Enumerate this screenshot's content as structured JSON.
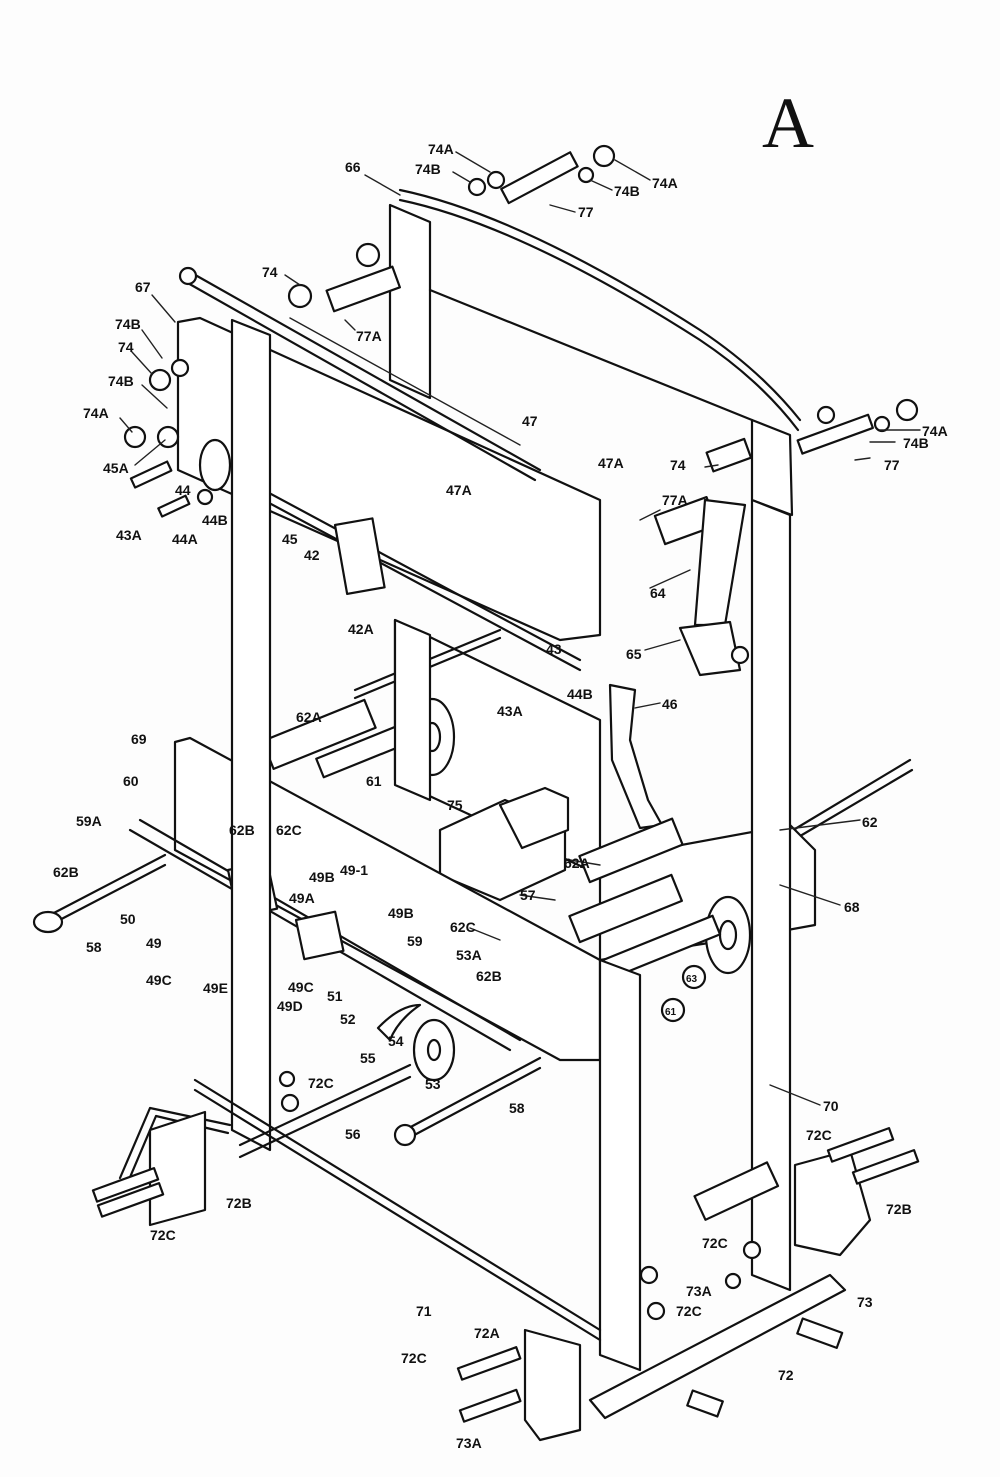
{
  "sheet_letter": "A",
  "callouts": [
    {
      "id": "c74A-top",
      "text": "74A"
    },
    {
      "id": "c74B-top",
      "text": "74B"
    },
    {
      "id": "c66",
      "text": "66"
    },
    {
      "id": "c74A-r",
      "text": "74A"
    },
    {
      "id": "c74B-r",
      "text": "74B"
    },
    {
      "id": "c77-top",
      "text": "77"
    },
    {
      "id": "c74-top",
      "text": "74"
    },
    {
      "id": "c77A-top",
      "text": "77A"
    },
    {
      "id": "c67",
      "text": "67"
    },
    {
      "id": "c74B-l1",
      "text": "74B"
    },
    {
      "id": "c74-l",
      "text": "74"
    },
    {
      "id": "c74B-l2",
      "text": "74B"
    },
    {
      "id": "c74A-l",
      "text": "74A"
    },
    {
      "id": "c45A",
      "text": "45A"
    },
    {
      "id": "c44",
      "text": "44"
    },
    {
      "id": "c44B-l",
      "text": "44B"
    },
    {
      "id": "c43A-l",
      "text": "43A"
    },
    {
      "id": "c44A",
      "text": "44A"
    },
    {
      "id": "c47",
      "text": "47"
    },
    {
      "id": "c47A-r",
      "text": "47A"
    },
    {
      "id": "c47A-m",
      "text": "47A"
    },
    {
      "id": "c74-r",
      "text": "74"
    },
    {
      "id": "c74A-fr",
      "text": "74A"
    },
    {
      "id": "c74B-fr",
      "text": "74B"
    },
    {
      "id": "c77-r",
      "text": "77"
    },
    {
      "id": "c77A-r",
      "text": "77A"
    },
    {
      "id": "c45",
      "text": "45"
    },
    {
      "id": "c42",
      "text": "42"
    },
    {
      "id": "c42A",
      "text": "42A"
    },
    {
      "id": "c64",
      "text": "64"
    },
    {
      "id": "c65",
      "text": "65"
    },
    {
      "id": "c43",
      "text": "43"
    },
    {
      "id": "c44B-m",
      "text": "44B"
    },
    {
      "id": "c43A-m",
      "text": "43A"
    },
    {
      "id": "c46",
      "text": "46"
    },
    {
      "id": "c62A-l",
      "text": "62A"
    },
    {
      "id": "c69",
      "text": "69"
    },
    {
      "id": "c60",
      "text": "60"
    },
    {
      "id": "c61-l",
      "text": "61"
    },
    {
      "id": "c75",
      "text": "75"
    },
    {
      "id": "c62",
      "text": "62"
    },
    {
      "id": "c59A",
      "text": "59A"
    },
    {
      "id": "c62B-l",
      "text": "62B"
    },
    {
      "id": "c62C-l",
      "text": "62C"
    },
    {
      "id": "c62B-ll",
      "text": "62B"
    },
    {
      "id": "c49B-1",
      "text": "49B"
    },
    {
      "id": "c49-1",
      "text": "49-1"
    },
    {
      "id": "c49A",
      "text": "49A"
    },
    {
      "id": "c49B-2",
      "text": "49B"
    },
    {
      "id": "c50",
      "text": "50"
    },
    {
      "id": "c62A-r",
      "text": "62A"
    },
    {
      "id": "c57",
      "text": "57"
    },
    {
      "id": "c68",
      "text": "68"
    },
    {
      "id": "c49",
      "text": "49"
    },
    {
      "id": "c62C-r",
      "text": "62C"
    },
    {
      "id": "c58-l",
      "text": "58"
    },
    {
      "id": "c59",
      "text": "59"
    },
    {
      "id": "c53A",
      "text": "53A"
    },
    {
      "id": "c49C-l",
      "text": "49C"
    },
    {
      "id": "c49E",
      "text": "49E"
    },
    {
      "id": "c62B-r",
      "text": "62B"
    },
    {
      "id": "c63",
      "text": "63"
    },
    {
      "id": "c61-r",
      "text": "61"
    },
    {
      "id": "c49C-m",
      "text": "49C"
    },
    {
      "id": "c51",
      "text": "51"
    },
    {
      "id": "c49D",
      "text": "49D"
    },
    {
      "id": "c52",
      "text": "52"
    },
    {
      "id": "c54",
      "text": "54"
    },
    {
      "id": "c55",
      "text": "55"
    },
    {
      "id": "c53",
      "text": "53"
    },
    {
      "id": "c72C-a",
      "text": "72C"
    },
    {
      "id": "c58-r",
      "text": "58"
    },
    {
      "id": "c70",
      "text": "70"
    },
    {
      "id": "c56",
      "text": "56"
    },
    {
      "id": "c72C-b",
      "text": "72C"
    },
    {
      "id": "c72B-l",
      "text": "72B"
    },
    {
      "id": "c72B-r",
      "text": "72B"
    },
    {
      "id": "c72C-c",
      "text": "72C"
    },
    {
      "id": "c72C-d",
      "text": "72C"
    },
    {
      "id": "c73A-r",
      "text": "73A"
    },
    {
      "id": "c72C-e",
      "text": "72C"
    },
    {
      "id": "c71",
      "text": "71"
    },
    {
      "id": "c73",
      "text": "73"
    },
    {
      "id": "c72A",
      "text": "72A"
    },
    {
      "id": "c72C-f",
      "text": "72C"
    },
    {
      "id": "c72",
      "text": "72"
    },
    {
      "id": "c73A-l",
      "text": "73A"
    }
  ]
}
